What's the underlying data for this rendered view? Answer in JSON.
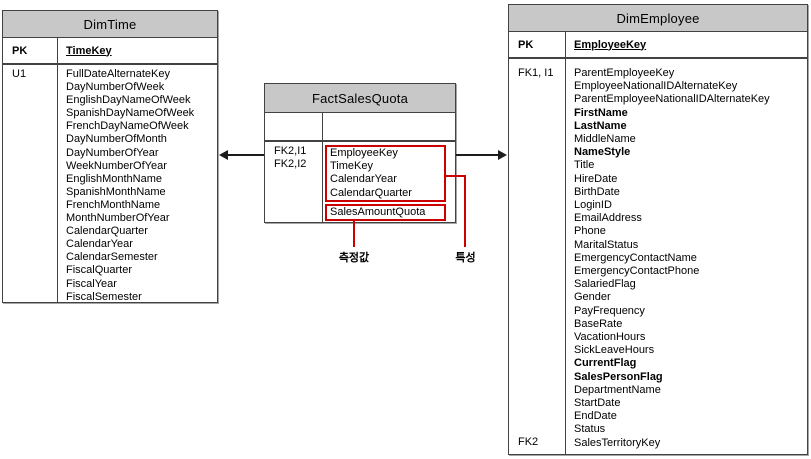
{
  "tables": {
    "dimTime": {
      "title": "DimTime",
      "pk_label": "PK",
      "pk_field": "TimeKey",
      "index_labels": [
        {
          "name": "U1"
        }
      ],
      "fields": [
        {
          "name": "FullDateAlternateKey"
        },
        {
          "name": "DayNumberOfWeek"
        },
        {
          "name": "EnglishDayNameOfWeek"
        },
        {
          "name": "SpanishDayNameOfWeek"
        },
        {
          "name": "FrenchDayNameOfWeek"
        },
        {
          "name": "DayNumberOfMonth"
        },
        {
          "name": "DayNumberOfYear"
        },
        {
          "name": "WeekNumberOfYear"
        },
        {
          "name": "EnglishMonthName"
        },
        {
          "name": "SpanishMonthName"
        },
        {
          "name": "FrenchMonthName"
        },
        {
          "name": "MonthNumberOfYear"
        },
        {
          "name": "CalendarQuarter"
        },
        {
          "name": "CalendarYear"
        },
        {
          "name": "CalendarSemester"
        },
        {
          "name": "FiscalQuarter"
        },
        {
          "name": "FiscalYear"
        },
        {
          "name": "FiscalSemester"
        }
      ]
    },
    "factSalesQuota": {
      "title": "FactSalesQuota",
      "index_labels": [
        {
          "name": "FK2,I1"
        },
        {
          "name": "FK2,I2"
        }
      ],
      "attribute_fields": [
        {
          "name": "EmployeeKey"
        },
        {
          "name": "TimeKey"
        },
        {
          "name": "CalendarYear"
        },
        {
          "name": "CalendarQuarter"
        }
      ],
      "measure_fields": [
        {
          "name": "SalesAmountQuota"
        }
      ]
    },
    "dimEmployee": {
      "title": "DimEmployee",
      "pk_label": "PK",
      "pk_field": "EmployeeKey",
      "index_label_top": "FK1, I1",
      "index_label_bottom": "FK2",
      "fields": [
        {
          "name": "ParentEmployeeKey"
        },
        {
          "name": "EmployeeNationalIDAlternateKey"
        },
        {
          "name": "ParentEmployeeNationalIDAlternateKey"
        },
        {
          "name": "FirstName",
          "bold": true
        },
        {
          "name": "LastName",
          "bold": true
        },
        {
          "name": "MiddleName"
        },
        {
          "name": "NameStyle",
          "bold": true
        },
        {
          "name": "Title"
        },
        {
          "name": "HireDate"
        },
        {
          "name": "BirthDate"
        },
        {
          "name": "LoginID"
        },
        {
          "name": "EmailAddress"
        },
        {
          "name": "Phone"
        },
        {
          "name": "MaritalStatus"
        },
        {
          "name": "EmergencyContactName"
        },
        {
          "name": "EmergencyContactPhone"
        },
        {
          "name": "SalariedFlag"
        },
        {
          "name": "Gender"
        },
        {
          "name": "PayFrequency"
        },
        {
          "name": "BaseRate"
        },
        {
          "name": "VacationHours"
        },
        {
          "name": "SickLeaveHours"
        },
        {
          "name": "CurrentFlag",
          "bold": true
        },
        {
          "name": "SalesPersonFlag",
          "bold": true
        },
        {
          "name": "DepartmentName"
        },
        {
          "name": "StartDate"
        },
        {
          "name": "EndDate"
        },
        {
          "name": "Status"
        },
        {
          "name": "SalesTerritoryKey"
        }
      ]
    }
  },
  "callouts": {
    "measure_label": "측정값",
    "attribute_label": "특성"
  },
  "colors": {
    "header_fill": "#c8c8c8",
    "table_border": "#424242",
    "highlight_red": "#cc0000",
    "arrow_black": "#1c1c1c"
  }
}
